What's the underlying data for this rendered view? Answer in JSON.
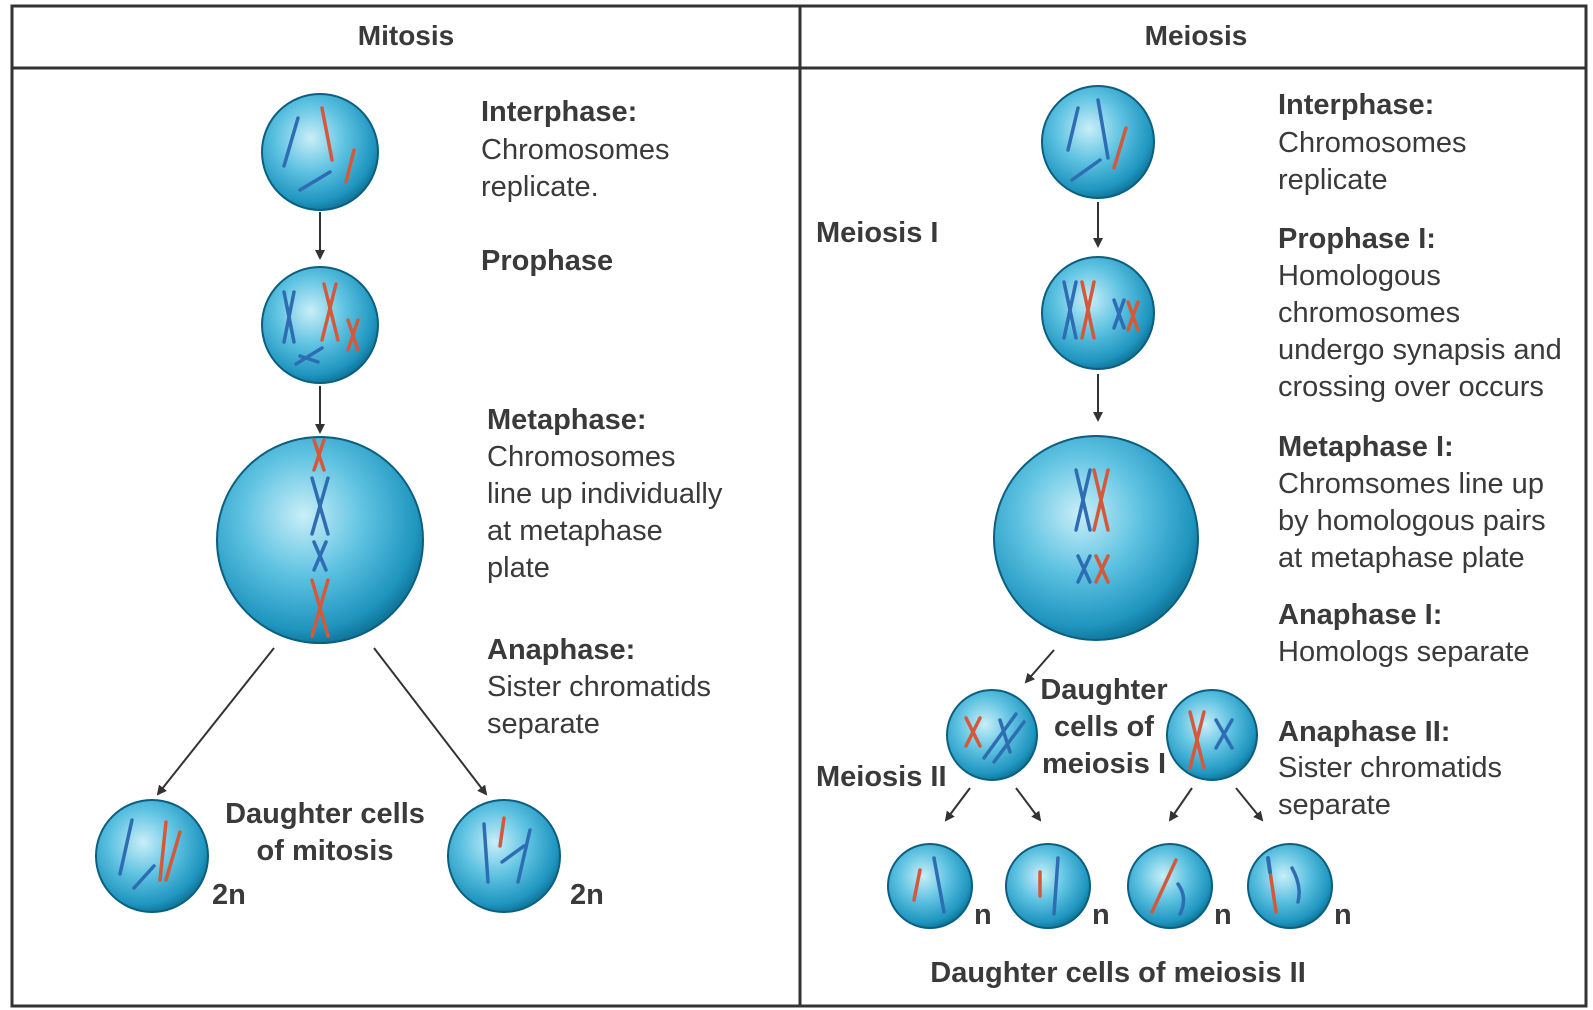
{
  "headers": {
    "mitosis": "Mitosis",
    "meiosis": "Meiosis"
  },
  "mitosis": {
    "interphase": {
      "title": "Interphase:",
      "lines": [
        "Chromosomes",
        "replicate."
      ]
    },
    "prophase": {
      "title": "Prophase"
    },
    "metaphase": {
      "title": "Metaphase:",
      "lines": [
        "Chromosomes",
        "line up individually",
        "at metaphase",
        "plate"
      ]
    },
    "anaphase": {
      "title": "Anaphase:",
      "lines": [
        "Sister chromatids",
        "separate"
      ]
    },
    "daughter": {
      "lines": [
        "Daughter cells",
        "of mitosis"
      ]
    },
    "ploidy_left": "2n",
    "ploidy_right": "2n"
  },
  "meiosis": {
    "meiosis1_label": "Meiosis I",
    "meiosis2_label": "Meiosis II",
    "interphase": {
      "title": "Interphase:",
      "lines": [
        "Chromosomes",
        "replicate"
      ]
    },
    "prophase1": {
      "title": "Prophase I:",
      "lines": [
        "Homologous",
        "chromosomes",
        "undergo synapsis and",
        "crossing over occurs"
      ]
    },
    "metaphase1": {
      "title": "Metaphase I:",
      "lines": [
        "Chromsomes line up",
        "by homologous pairs",
        "at metaphase plate"
      ]
    },
    "anaphase1": {
      "title": "Anaphase I:",
      "lines": [
        "Homologs separate"
      ]
    },
    "anaphase2": {
      "title": "Anaphase II:",
      "lines": [
        "Sister chromatids",
        "separate"
      ]
    },
    "daughter1": {
      "lines": [
        "Daughter",
        "cells of",
        "meiosis I"
      ]
    },
    "daughter2": "Daughter cells of meiosis II",
    "ploidy": [
      "n",
      "n",
      "n",
      "n"
    ]
  },
  "colors": {
    "cell_light": "#bfe9f5",
    "cell_mid": "#34b2d8",
    "cell_dark": "#0c6f93",
    "blue_chromosome": "#2f6db3",
    "red_chromosome": "#d4593a"
  }
}
